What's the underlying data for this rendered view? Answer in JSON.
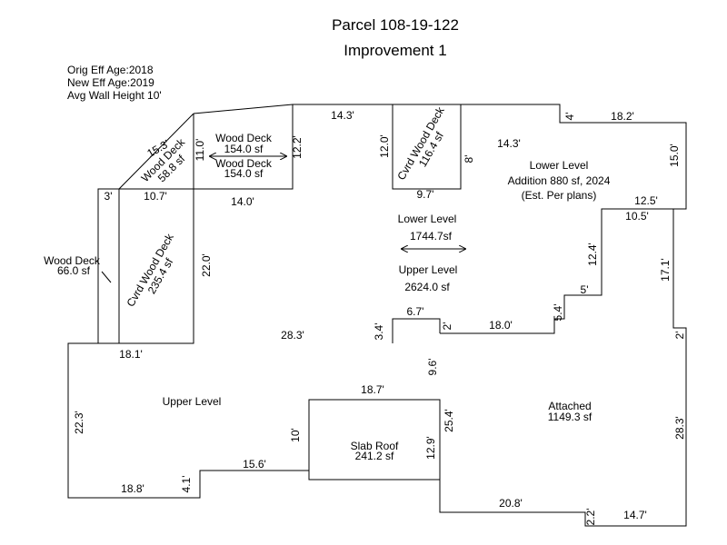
{
  "title": "Parcel 108-19-122",
  "subtitle": "Improvement 1",
  "header": {
    "orig_eff_age": "Orig Eff Age:2018",
    "new_eff_age": "New Eff Age:2019",
    "avg_wall_height": "Avg Wall Height 10'"
  },
  "areas": {
    "wood_deck_left": {
      "name": "Wood Deck",
      "size": "66.0 sf"
    },
    "cvrd_wood_deck_left": {
      "name": "Cvrd Wood Deck",
      "size": "235.4 sf"
    },
    "wood_deck_diag": {
      "name": "Wood Deck",
      "size": "58.8 sf"
    },
    "wood_deck_top_1": {
      "name": "Wood Deck",
      "size": "154.0 sf"
    },
    "wood_deck_top_2": {
      "name": "Wood Deck",
      "size": "154.0 sf"
    },
    "cvrd_wood_deck_right": {
      "name": "Cvrd Wood Deck",
      "size": "116.4 sf"
    },
    "lower_level_addition": {
      "name": "Lower Level",
      "line2": "Addition 880 sf, 2024",
      "line3": "(Est. Per plans)"
    },
    "lower_level": {
      "name": "Lower Level",
      "size": "1744.7sf"
    },
    "upper_level_center": {
      "name": "Upper Level",
      "size": "2624.0 sf"
    },
    "upper_level_left": {
      "name": "Upper Level"
    },
    "slab_roof": {
      "name": "Slab Roof",
      "size": "241.2 sf"
    },
    "attached": {
      "name": "Attached",
      "size": "1149.3 sf"
    }
  },
  "dimensions": {
    "d_15_3": "15.3'",
    "d_11_0": "11.0'",
    "d_14_3_top": "14.3'",
    "d_12_2": "12.2'",
    "d_12_0": "12.0'",
    "d_8": "8'",
    "d_9_7": "9.7'",
    "d_14_3_mid": "14.3'",
    "d_4": "4'",
    "d_18_2": "18.2'",
    "d_15_0": "15.0'",
    "d_12_5": "12.5'",
    "d_10_5": "10.5'",
    "d_3": "3'",
    "d_10_7": "10.7'",
    "d_14_0": "14.0'",
    "d_22_0": "22.0'",
    "d_12_4": "12.4'",
    "d_17_1": "17.1'",
    "d_5": "5'",
    "d_5_4": "5.4'",
    "d_6_7": "6.7'",
    "d_3_4": "3.4'",
    "d_28_3_top": "28.3'",
    "d_2_mid": "2'",
    "d_18_0": "18.0'",
    "d_2_right": "2'",
    "d_18_1": "18.1'",
    "d_9_6": "9.6'",
    "d_18_7": "18.7'",
    "d_22_3": "22.3'",
    "d_10": "10'",
    "d_25_4": "25.4'",
    "d_28_3_right": "28.3'",
    "d_12_9": "12.9'",
    "d_15_6": "15.6'",
    "d_4_1": "4.1'",
    "d_18_8": "18.8'",
    "d_20_8": "20.8'",
    "d_2_2": "2.2'",
    "d_14_7": "14.7'"
  }
}
